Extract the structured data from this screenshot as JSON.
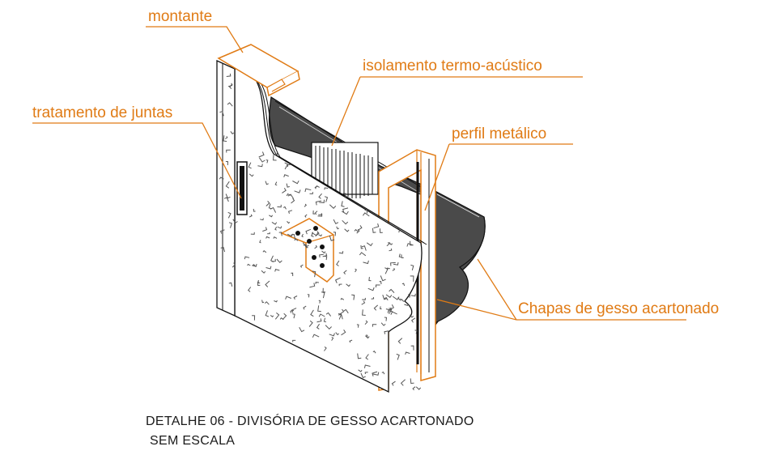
{
  "labels": {
    "montante": "montante",
    "isolamento": "isolamento termo-acústico",
    "tratamento": "tratamento de juntas",
    "perfil": "perfil metálico",
    "chapas": "Chapas de gesso acartonado"
  },
  "caption": {
    "title": "DETALHE 06 - DIVISÓRIA DE GESSO ACARTONADO",
    "scale": "SEM ESCALA"
  },
  "colors": {
    "accent": "#e07b15",
    "line": "#111111",
    "dark_fill": "#4a4a4a",
    "board": "#ffffff"
  }
}
